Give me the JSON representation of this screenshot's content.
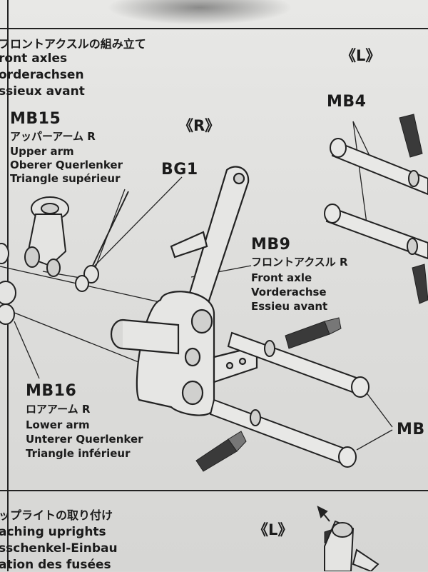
{
  "section_front_axles": {
    "title_jp": "フロントアクスルの組み立て",
    "title_en": "ront axles",
    "title_de": "orderachsen",
    "title_fr": "ssieux avant"
  },
  "side_labels": {
    "left": "《L》",
    "right": "《R》",
    "left_bottom": "《L》"
  },
  "parts": {
    "mb15": {
      "code": "MB15",
      "jp": "アッパーアーム R",
      "en": "Upper arm",
      "de": "Oberer Querlenker",
      "fr": "Triangle supérieur"
    },
    "bg1": {
      "code": "BG1"
    },
    "mb9": {
      "code": "MB9",
      "jp": "フロントアクスル R",
      "en": "Front axle",
      "de": "Vorderachse",
      "fr": "Essieu avant"
    },
    "mb4": {
      "code": "MB4"
    },
    "mb16": {
      "code": "MB16",
      "jp": "ロアアーム R",
      "en": "Lower arm",
      "de": "Unterer Querlenker",
      "fr": "Triangle inférieur"
    },
    "mb_cut": {
      "code": "MB"
    }
  },
  "section_uprights": {
    "title_jp": "ップライトの取り付け",
    "title_en": "aching uprights",
    "title_de": "sschenkel-Einbau",
    "title_fr": "ation des fusées"
  }
}
